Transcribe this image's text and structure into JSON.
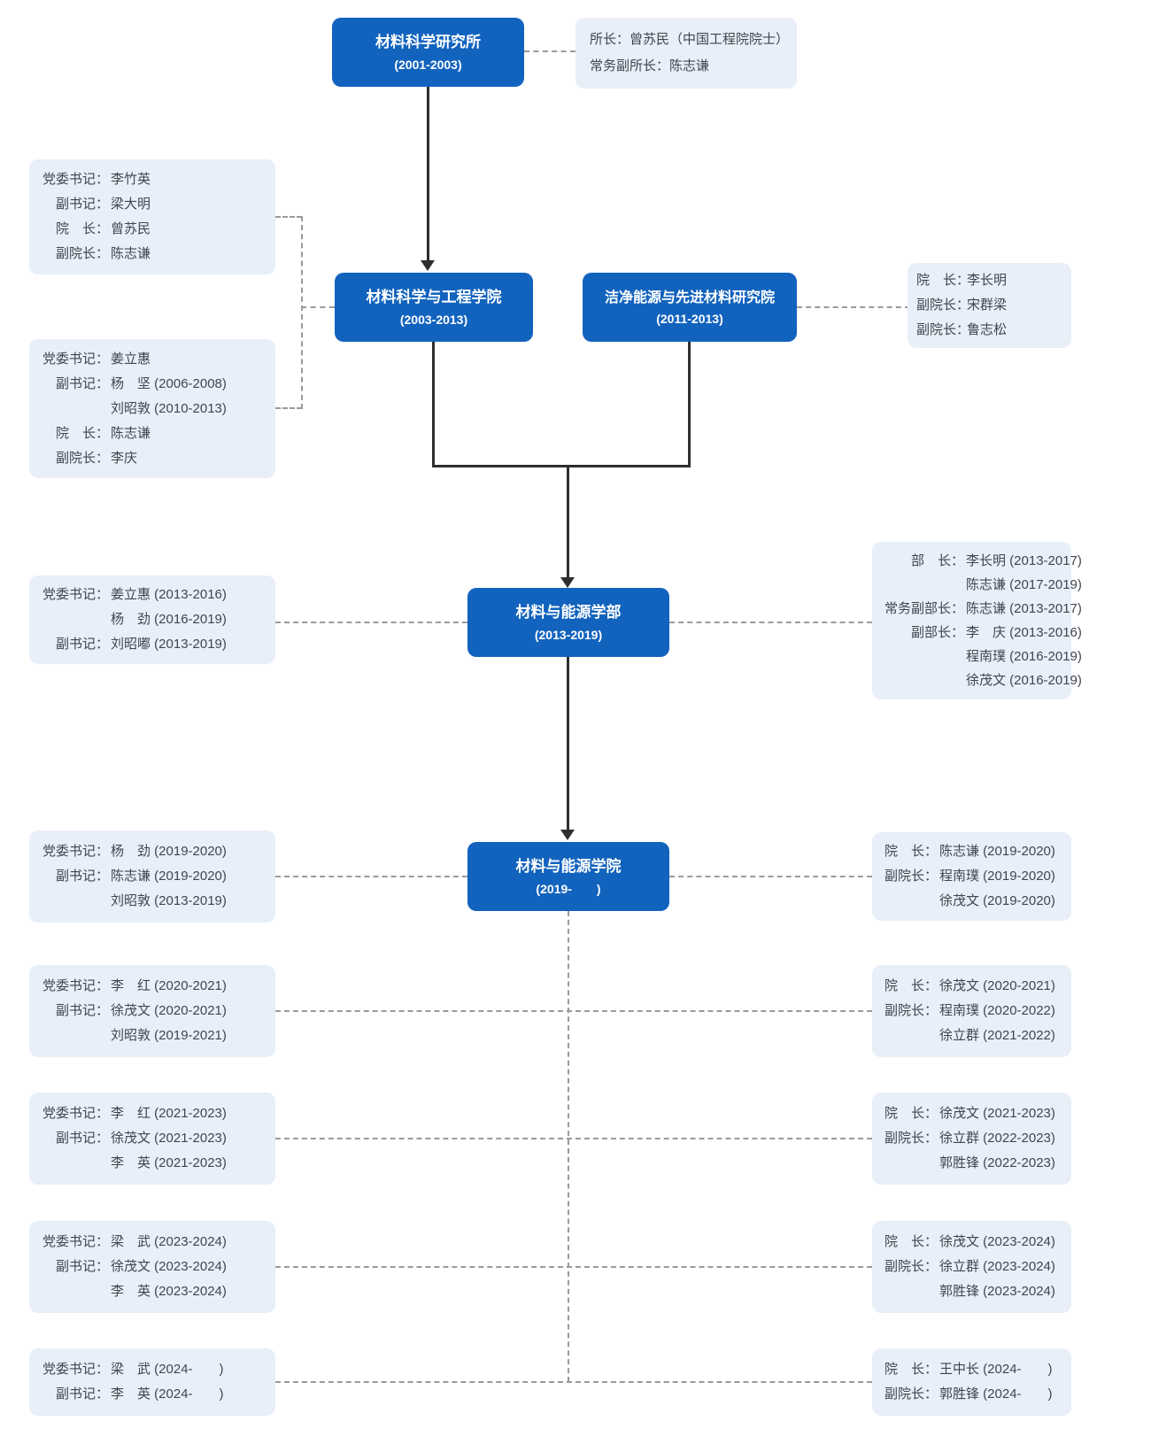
{
  "diagram": {
    "colors": {
      "node_bg": "#1263BE",
      "node_text": "#FFFFFF",
      "info_bg": "#E8EFF8",
      "info_text": "#3E464E",
      "dashed_line": "#9A9A9E",
      "arrow_line": "#2E2E2E"
    },
    "nodes": {
      "institute": {
        "title": "材料科学研究所",
        "period": "(2001-2003)"
      },
      "college_eng": {
        "title": "材料科学与工程学院",
        "period": "(2003-2013)"
      },
      "clean_energy": {
        "title": "洁净能源与先进材料研究院",
        "period": "(2011-2013)"
      },
      "faculty": {
        "title": "材料与能源学部",
        "period": "(2013-2019)"
      },
      "college_energy": {
        "title": "材料与能源学院",
        "period": "(2019-　　)"
      }
    },
    "info_boxes": {
      "institute_leaders": {
        "lines": [
          {
            "label": "所长：",
            "text": "曾苏民（中国工程院院士）"
          },
          {
            "label": "常务副所长：",
            "text": "陈志谦"
          }
        ]
      },
      "college_eng_party_1": {
        "lines": [
          {
            "label": "党委书记：",
            "text": "李竹英"
          },
          {
            "label": "副书记：",
            "text": "梁大明"
          },
          {
            "label": "院　长：",
            "text": "曾苏民"
          },
          {
            "label": "副院长：",
            "text": "陈志谦"
          }
        ]
      },
      "college_eng_party_2": {
        "lines": [
          {
            "label": "党委书记：",
            "text": "姜立惠"
          },
          {
            "label": "副书记：",
            "text": "杨　坚 (2006-2008)"
          },
          {
            "label": "",
            "text": "刘昭敦 (2010-2013)"
          },
          {
            "label": "院　长：",
            "text": "陈志谦"
          },
          {
            "label": "副院长：",
            "text": "李庆"
          }
        ]
      },
      "clean_energy_leaders": {
        "lines": [
          {
            "label": "院　长：",
            "text": "李长明"
          },
          {
            "label": "副院长：",
            "text": "宋群梁"
          },
          {
            "label": "副院长：",
            "text": "鲁志松"
          }
        ]
      },
      "faculty_party": {
        "lines": [
          {
            "label": "党委书记：",
            "text": "姜立惠 (2013-2016)"
          },
          {
            "label": "",
            "text": "杨　劲 (2016-2019)"
          },
          {
            "label": "副书记：",
            "text": "刘昭嘟 (2013-2019)"
          }
        ]
      },
      "faculty_leaders": {
        "lines": [
          {
            "label": "部　长：",
            "text": "李长明 (2013-2017)"
          },
          {
            "label": "",
            "text": "陈志谦 (2017-2019)"
          },
          {
            "label": "常务副部长：",
            "text": "陈志谦 (2013-2017)"
          },
          {
            "label": "副部长：",
            "text": "李　庆 (2013-2016)"
          },
          {
            "label": "",
            "text": "程南璞 (2016-2019)"
          },
          {
            "label": "",
            "text": "徐茂文 (2016-2019)"
          }
        ]
      },
      "college_2019_party": {
        "lines": [
          {
            "label": "党委书记：",
            "text": "杨　劲 (2019-2020)"
          },
          {
            "label": "副书记：",
            "text": "陈志谦 (2019-2020)"
          },
          {
            "label": "",
            "text": "刘昭敦 (2013-2019)"
          }
        ]
      },
      "college_2019_leaders": {
        "lines": [
          {
            "label": "院　长：",
            "text": "陈志谦 (2019-2020)"
          },
          {
            "label": "副院长：",
            "text": "程南璞 (2019-2020)"
          },
          {
            "label": "",
            "text": "徐茂文 (2019-2020)"
          }
        ]
      },
      "college_2020_party": {
        "lines": [
          {
            "label": "党委书记：",
            "text": "李　红 (2020-2021)"
          },
          {
            "label": "副书记：",
            "text": "徐茂文 (2020-2021)"
          },
          {
            "label": "",
            "text": "刘昭敦 (2019-2021)"
          }
        ]
      },
      "college_2020_leaders": {
        "lines": [
          {
            "label": "院　长：",
            "text": "徐茂文 (2020-2021)"
          },
          {
            "label": "副院长：",
            "text": "程南璞 (2020-2022)"
          },
          {
            "label": "",
            "text": "徐立群 (2021-2022)"
          }
        ]
      },
      "college_2021_party": {
        "lines": [
          {
            "label": "党委书记：",
            "text": "李　红 (2021-2023)"
          },
          {
            "label": "副书记：",
            "text": "徐茂文 (2021-2023)"
          },
          {
            "label": "",
            "text": "李　英 (2021-2023)"
          }
        ]
      },
      "college_2021_leaders": {
        "lines": [
          {
            "label": "院　长：",
            "text": "徐茂文 (2021-2023)"
          },
          {
            "label": "副院长：",
            "text": "徐立群 (2022-2023)"
          },
          {
            "label": "",
            "text": "郭胜锋 (2022-2023)"
          }
        ]
      },
      "college_2023_party": {
        "lines": [
          {
            "label": "党委书记：",
            "text": "梁　武 (2023-2024)"
          },
          {
            "label": "副书记：",
            "text": "徐茂文 (2023-2024)"
          },
          {
            "label": "",
            "text": "李　英 (2023-2024)"
          }
        ]
      },
      "college_2023_leaders": {
        "lines": [
          {
            "label": "院　长：",
            "text": "徐茂文 (2023-2024)"
          },
          {
            "label": "副院长：",
            "text": "徐立群 (2023-2024)"
          },
          {
            "label": "",
            "text": "郭胜锋 (2023-2024)"
          }
        ]
      },
      "college_2024_party": {
        "lines": [
          {
            "label": "党委书记：",
            "text": "梁　武 (2024-　　)"
          },
          {
            "label": "副书记：",
            "text": "李　英 (2024-　　)"
          }
        ]
      },
      "college_2024_leaders": {
        "lines": [
          {
            "label": "院　长：",
            "text": "王中长 (2024-　　)"
          },
          {
            "label": "副院长：",
            "text": "郭胜锋 (2024-　　)"
          }
        ]
      }
    }
  }
}
